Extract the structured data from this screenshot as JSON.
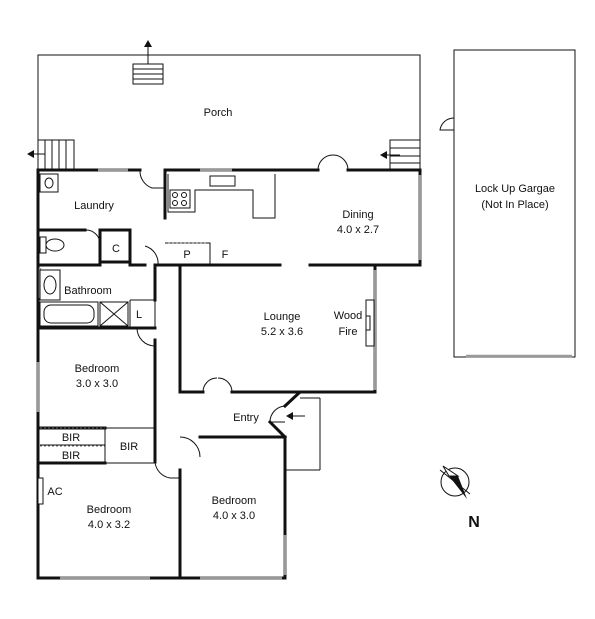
{
  "rooms": {
    "porch": "Porch",
    "garage_line1": "Lock Up Gargae",
    "garage_line2": "(Not In Place)",
    "laundry": "Laundry",
    "c": "C",
    "bathroom": "Bathroom",
    "l": "L",
    "p": "P",
    "f": "F",
    "dining": "Dining",
    "dining_size": "4.0 x 2.7",
    "lounge": "Lounge",
    "lounge_size": "5.2 x 3.6",
    "wood": "Wood",
    "fire": "Fire",
    "bed1": "Bedroom",
    "bed1_size": "3.0 x 3.0",
    "bir1": "BIR",
    "bir2": "BIR",
    "bir3": "BIR",
    "entry": "Entry",
    "ac": "AC",
    "bed2": "Bedroom",
    "bed2_size": "4.0 x 3.2",
    "bed3": "Bedroom",
    "bed3_size": "4.0 x 3.0"
  },
  "compass": {
    "label": "N",
    "icon": "north-compass-icon"
  }
}
